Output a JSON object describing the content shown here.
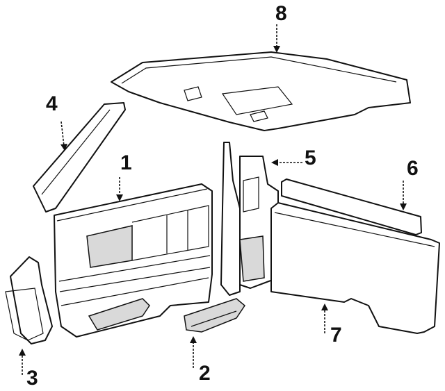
{
  "callouts": [
    {
      "number": "1",
      "part": "door-trim-panel"
    },
    {
      "number": "2",
      "part": "armrest"
    },
    {
      "number": "3",
      "part": "kick-panel"
    },
    {
      "number": "4",
      "part": "windshield-pillar-trim"
    },
    {
      "number": "5",
      "part": "center-pillar-trim"
    },
    {
      "number": "6",
      "part": "upper-quarter-trim"
    },
    {
      "number": "7",
      "part": "quarter-trim-panel"
    },
    {
      "number": "8",
      "part": "headliner"
    }
  ]
}
